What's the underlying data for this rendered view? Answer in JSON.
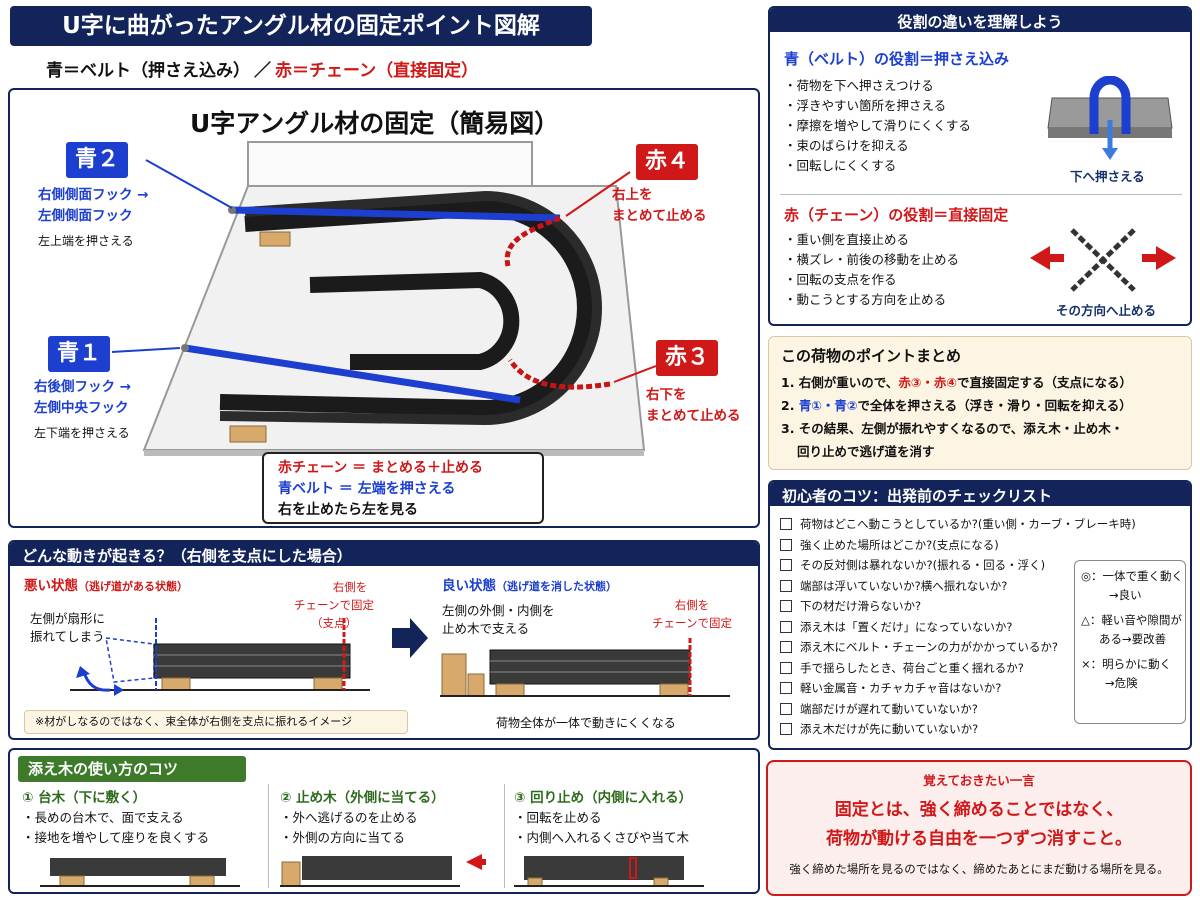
{
  "header": {
    "title": "U字に曲がったアングル材の固定ポイント図解",
    "legend_blue": "青＝ベルト（押さえ込み）",
    "legend_sep": "／",
    "legend_red": "赤＝チェーン（直接固定）"
  },
  "main_diagram": {
    "title": "U字アングル材の固定（簡易図）",
    "blue2": {
      "tag": "青２",
      "line1": "右側側面フック →",
      "line2": "左側側面フック",
      "note": "左上端を押さえる"
    },
    "blue1": {
      "tag": "青１",
      "line1": "右後側フック →",
      "line2": "左側中央フック",
      "note": "左下端を押さえる"
    },
    "red4": {
      "tag": "赤４",
      "line1": "右上を",
      "line2": "まとめて止める"
    },
    "red3": {
      "tag": "赤３",
      "line1": "右下を",
      "line2": "まとめて止める"
    },
    "summary": {
      "line1": "赤チェーン ＝ まとめる＋止める",
      "line2": "青ベルト ＝ 左端を押さえる",
      "line3": "右を止めたら左を見る"
    }
  },
  "roles": {
    "header": "役割の違いを理解しよう",
    "blue_title": "青（ベルト）の役割＝押さえ込み",
    "blue_items": [
      "荷物を下へ押さえつける",
      "浮きやすい箇所を押さえる",
      "摩擦を増やして滑りにくくする",
      "束のばらけを抑える",
      "回転しにくくする"
    ],
    "blue_caption": "下へ押さえる",
    "red_title": "赤（チェーン）の役割＝直接固定",
    "red_items": [
      "重い側を直接止める",
      "横ズレ・前後の移動を止める",
      "回転の支点を作る",
      "動こうとする方向を止める"
    ],
    "red_caption": "その方向へ止める"
  },
  "points": {
    "title": "この荷物のポイントまとめ",
    "p1a": "1.  右側が重いので、",
    "p1b": "赤③・赤④",
    "p1c": "で直接固定する（支点になる）",
    "p2a": "2.  ",
    "p2b": "青①・青②",
    "p2c": "で全体を押さえる（浮き・滑り・回転を抑える）",
    "p3a": "3.  その結果、左側が振れやすくなるので、添え木・止め木・",
    "p3b": "回り止めで逃げ道を消す"
  },
  "checklist": {
    "header": "初心者のコツ：出発前のチェックリスト",
    "items": [
      "荷物はどこへ動こうとしているか?(重い側・カーブ・ブレーキ時)",
      "強く止めた場所はどこか?(支点になる)",
      "その反対側は暴れないか?(振れる・回る・浮く)",
      "端部は浮いていないか?横へ振れないか?",
      "下の材だけ滑らないか?",
      "添え木は「置くだけ」になっていないか?",
      "添え木にベルト・チェーンの力がかかっているか?",
      "手で揺らしたとき、荷台ごと重く揺れるか?",
      "軽い金属音・カチャカチャ音はないか?",
      "端部だけが遅れて動いていないか?",
      "添え木だけが先に動いていないか?"
    ],
    "legend": {
      "l1a": "◎：一体で重く動く",
      "l1b": "→良い",
      "l2a": "△：軽い音や隙間が",
      "l2b": "ある→要改善",
      "l3a": "×：明らかに動く",
      "l3b": "→危険"
    }
  },
  "motion": {
    "header": "どんな動きが起きる？（右側を支点にした場合）",
    "bad_title": "悪い状態",
    "bad_sub": "（逃げ道がある状態）",
    "bad_left1": "左側が扇形に",
    "bad_left2": "振れてしまう",
    "bad_right1": "右側を",
    "bad_right2": "チェーンで固定",
    "bad_right3": "（支点）",
    "bad_note": "※材がしなるのではなく、束全体が右側を支点に振れるイメージ",
    "good_title": "良い状態",
    "good_sub": "（逃げ道を消した状態）",
    "good_left1": "左側の外側・内側を",
    "good_left2": "止め木で支える",
    "good_right1": "右側を",
    "good_right2": "チェーンで固定",
    "good_note": "荷物全体が一体で動きにくくなる"
  },
  "wood": {
    "header": "添え木の使い方のコツ",
    "c1_title": "① 台木（下に敷く）",
    "c1_items": [
      "長めの台木で、面で支える",
      "接地を増やして座りを良くする"
    ],
    "c2_title": "② 止め木（外側に当てる）",
    "c2_items": [
      "外へ逃げるのを止める",
      "外側の方向に当てる"
    ],
    "c3_title": "③ 回り止め（内側に入れる）",
    "c3_items": [
      "回転を止める",
      "内側へ入れるくさびや当て木"
    ]
  },
  "memo": {
    "title": "覚えておきたい一言",
    "line1": "固定とは、強く締めることではなく、",
    "line2": "荷物が動ける自由を一つずつ消すこと。",
    "foot": "強く締めた場所を見るのではなく、締めたあとにまだ動ける場所を見る。"
  },
  "colors": {
    "navy": "#13245a",
    "blue": "#1c3fd0",
    "red": "#d11818",
    "green": "#3d7a2a",
    "memo_bg": "#fdeeee",
    "points_bg": "#fdf5e4"
  }
}
